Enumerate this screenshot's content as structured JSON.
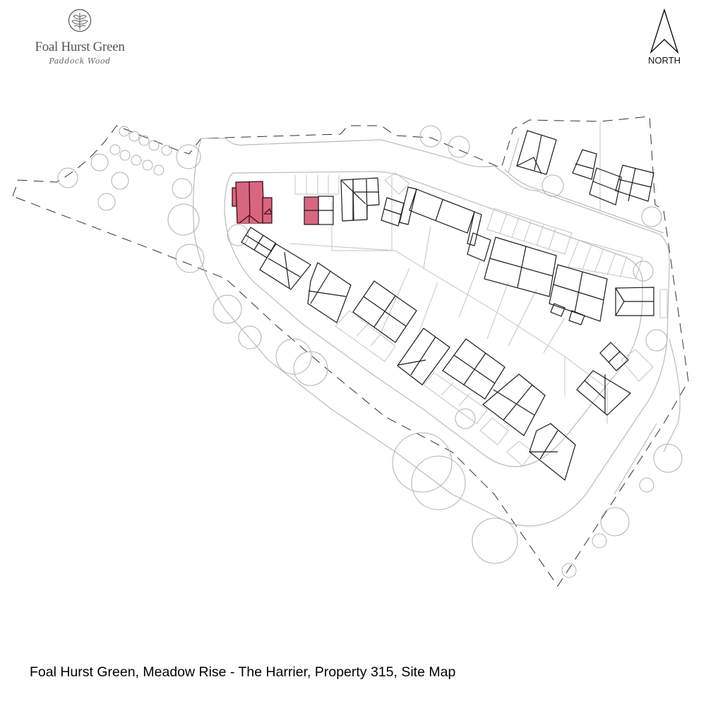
{
  "logo": {
    "name": "Foal Hurst Green",
    "subtitle": "Paddock Wood",
    "icon": "leaf-emblem-icon"
  },
  "compass": {
    "label": "NORTH",
    "icon": "north-arrow-icon"
  },
  "map": {
    "highlight_color": "#d9667f",
    "building_stroke": "#1a1a1a",
    "road_stroke": "#b8b8b8",
    "boundary_stroke": "#333333",
    "tree_stroke": "#b0b0b0",
    "highlighted_property": {
      "label": "Property 315",
      "house_type": "The Harrier"
    }
  },
  "caption": {
    "text": "Foal Hurst Green, Meadow Rise - The Harrier, Property 315, Site Map"
  }
}
